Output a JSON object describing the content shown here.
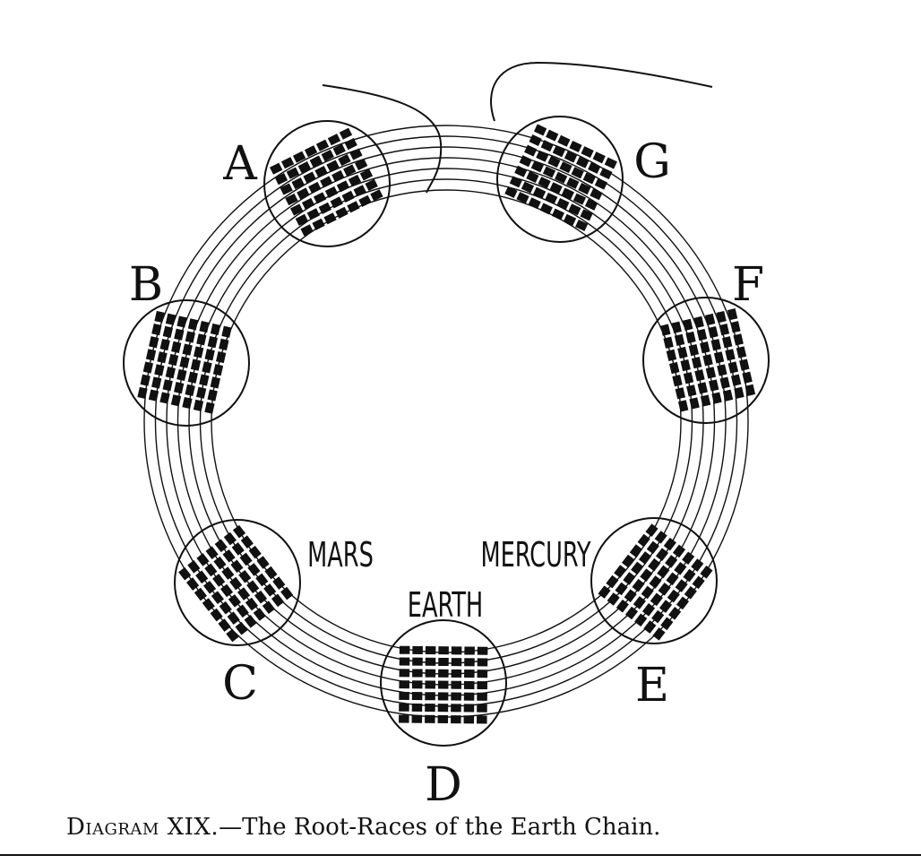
{
  "caption": {
    "prefix": "Diagram XIX.",
    "text": "—The Root-Races of the Earth Chain."
  },
  "globes": [
    {
      "letter": "A",
      "planet": ""
    },
    {
      "letter": "B",
      "planet": ""
    },
    {
      "letter": "C",
      "planet": "MARS"
    },
    {
      "letter": "D",
      "planet": "EARTH"
    },
    {
      "letter": "E",
      "planet": "MERCURY"
    },
    {
      "letter": "F",
      "planet": ""
    },
    {
      "letter": "G",
      "planet": ""
    }
  ],
  "races_per_globe": 7,
  "subraces_per_race": 7,
  "ring_lines": 7,
  "colors": {
    "ink": "#111111",
    "paper": "#ffffff"
  }
}
